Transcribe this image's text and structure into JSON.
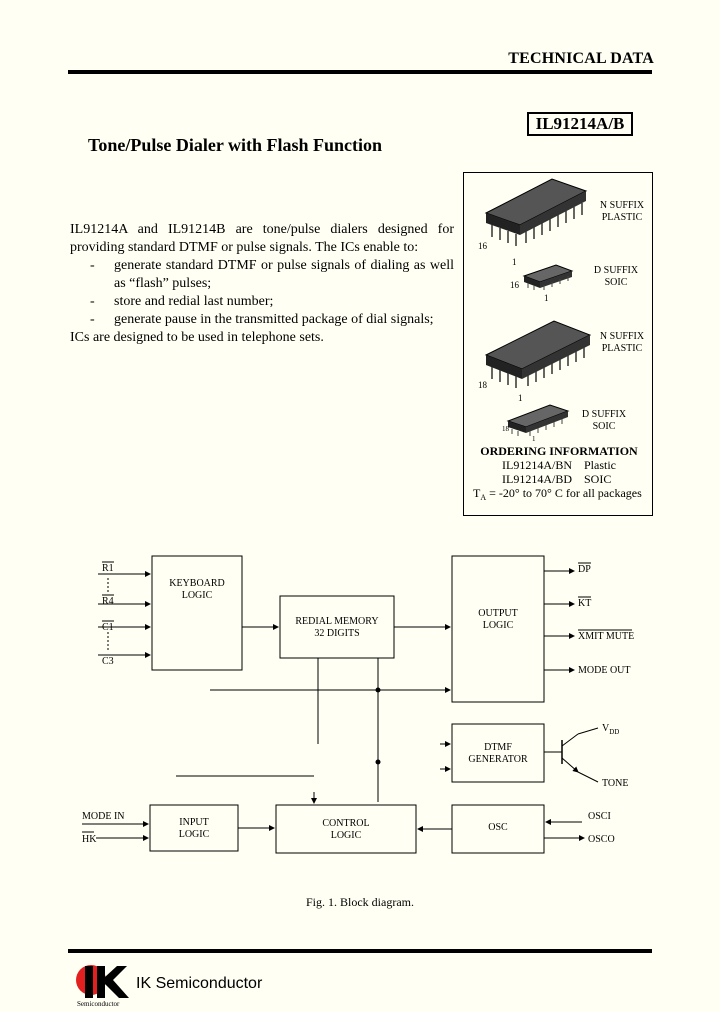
{
  "header": {
    "title": "TECHNICAL DATA",
    "part_number": "IL91214A/B"
  },
  "doc_title": "Tone/Pulse Dialer with Flash Function",
  "intro": {
    "lead": "IL91214A and IL91214B are tone/pulse dialers designed for providing standard DTMF or pulse signals. The ICs enable to:",
    "bullets": [
      "generate standard DTMF or pulse signals of dialing as well as “flash” pulses;",
      "store and redial last number;",
      "generate pause in the transmitted package of dial signals;"
    ],
    "closing": "ICs are designed to be used in telephone sets."
  },
  "packages": {
    "p1": {
      "suffix": "N SUFFIX",
      "type": "PLASTIC",
      "pin_first": "16",
      "pin_last": "1"
    },
    "p2": {
      "suffix": "D SUFFIX",
      "type": "SOIC",
      "pin_first": "16",
      "pin_last": "1"
    },
    "p3": {
      "suffix": "N SUFFIX",
      "type": "PLASTIC",
      "pin_first": "18",
      "pin_last": "1"
    },
    "p4": {
      "suffix": "D SUFFIX",
      "type": "SOIC",
      "pin_first": "18",
      "pin_last": "1"
    }
  },
  "ordering": {
    "title": "ORDERING INFORMATION",
    "rows": [
      {
        "part": "IL91214A/BN",
        "pkg": "Plastic"
      },
      {
        "part": "IL91214A/BD",
        "pkg": "SOIC"
      }
    ],
    "temp_sym": "T",
    "temp_sub": "A",
    "temp_text": " = -20° to 70° C for all packages"
  },
  "diagram": {
    "inputs": {
      "r1": "R1",
      "r4": "R4",
      "c1": "C1",
      "c3": "C3",
      "mode_in": "MODE IN",
      "hk": "HK"
    },
    "blocks": {
      "keyboard_1": "KEYBOARD",
      "keyboard_2": "LOGIC",
      "redial_1": "REDIAL MEMORY",
      "redial_2": "32 DIGITS",
      "output_1": "OUTPUT",
      "output_2": "LOGIC",
      "dtmf_1": "DTMF",
      "dtmf_2": "GENERATOR",
      "input_1": "INPUT",
      "input_2": "LOGIC",
      "control_1": "CONTROL",
      "control_2": "LOGIC",
      "osc": "OSC"
    },
    "outputs": {
      "dp": "DP",
      "kt": "KT",
      "xmit": "XMIT MUTE",
      "mode_out": "MODE OUT",
      "vdd_v": "V",
      "vdd_sub": "DD",
      "tone": "TONE",
      "osci": "OSCI",
      "osco": "OSCO"
    }
  },
  "caption": "Fig. 1. Block diagram.",
  "footer": {
    "company": "IK Semiconductor",
    "logo_text": "IK",
    "logo_sub": "Semiconductor"
  }
}
